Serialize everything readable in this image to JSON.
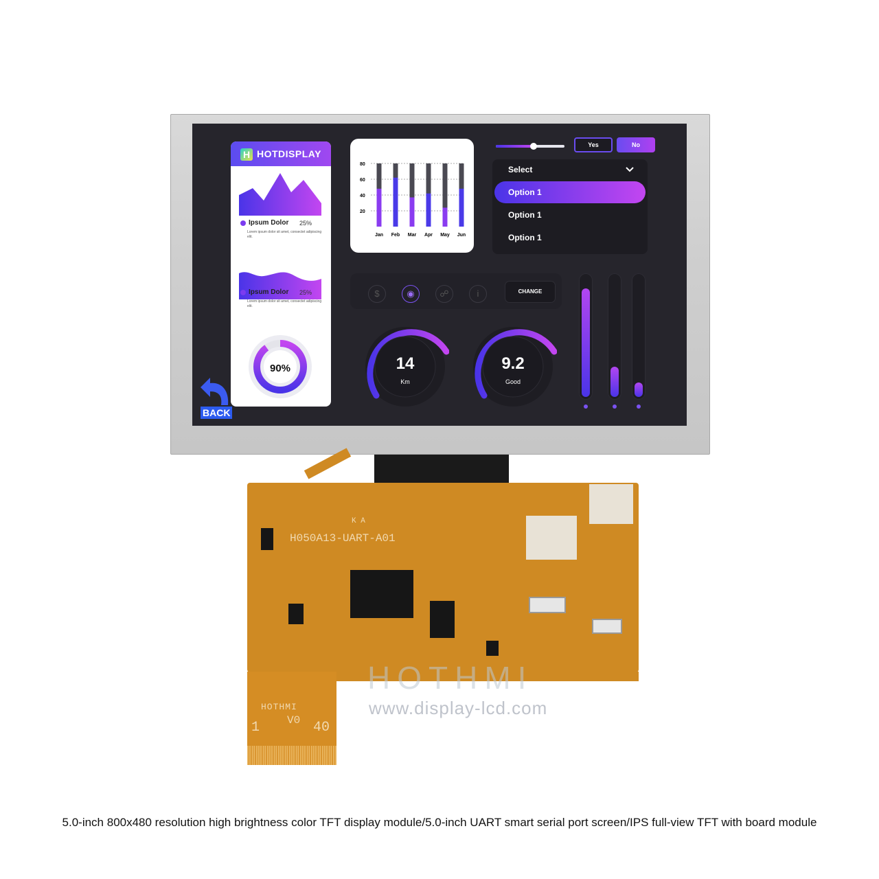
{
  "screen": {
    "brand": "HOTDISPLAY",
    "logo_letter": "H",
    "legend1": {
      "label": "Ipsum Dolor",
      "value": "25%",
      "text": "Lorem ipsum dolor sit amet, consectet adipiscing elit."
    },
    "legend2": {
      "label": "Ipsum Dolor",
      "value": "25%",
      "text": "Lorem ipsum dolor sit amet, consectet adipiscing elit."
    },
    "donut_label": "90%",
    "donut_value": 90,
    "back_label": "BACK",
    "yes_label": "Yes",
    "no_label": "No",
    "slider_value": 0.55,
    "select_label": "Select",
    "options": [
      "Option 1",
      "Option 1",
      "Option 1"
    ],
    "change_label": "CHANGE",
    "gauge1": {
      "value": "14",
      "unit": "Km"
    },
    "gauge2": {
      "value": "9.2",
      "unit": "Good"
    },
    "vertical_levels": [
      0.9,
      0.25,
      0.12
    ],
    "accent_start": "#4a34e8",
    "accent_end": "#c346f0"
  },
  "chart_data": {
    "type": "bar",
    "categories": [
      "Jan",
      "Feb",
      "Mar",
      "Apr",
      "May",
      "Jun"
    ],
    "series": [
      {
        "values": [
          80,
          80,
          80,
          80,
          80,
          80
        ]
      },
      {
        "values": [
          48,
          62,
          37,
          42,
          24,
          48
        ]
      }
    ],
    "yticks": [
      20,
      40,
      60,
      80
    ],
    "ylim": [
      0,
      80
    ],
    "grid": "dashed horizontal"
  },
  "board": {
    "silk_model": "H050A13-UART-A01",
    "silk_brand": "HOTHMI",
    "silk_version": "V0",
    "pin_first": "1",
    "pin_last": "40",
    "silk_ka": "K A"
  },
  "watermark": {
    "brand": "HOTHMI",
    "url": "www.display-lcd.com"
  },
  "caption": "5.0-inch 800x480 resolution high brightness color TFT display module/5.0-inch UART smart serial port screen/IPS full-view TFT with board module"
}
